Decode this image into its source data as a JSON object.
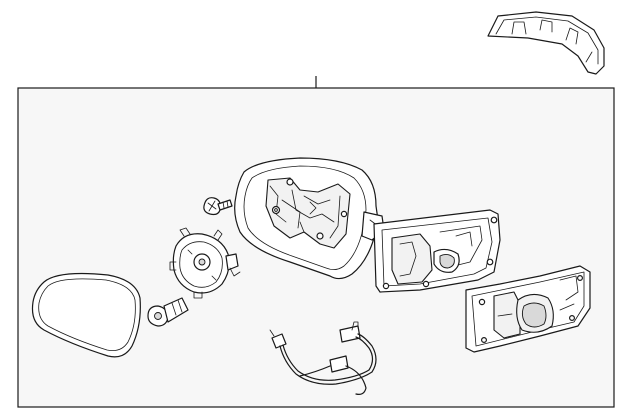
{
  "diagram": {
    "kind": "exploded parts illustration",
    "colors": {
      "line": "#1a1a1a",
      "frame_fill": "#f7f7f7",
      "part_fill": "#ffffff",
      "shade": "#d9d9d9"
    },
    "parts": [
      "mirror-cover",
      "mirror-assembly",
      "mirror-glass",
      "mirror-actuator",
      "upper-screw",
      "lower-bolt",
      "wiring-harness",
      "mounting-gasket"
    ]
  }
}
